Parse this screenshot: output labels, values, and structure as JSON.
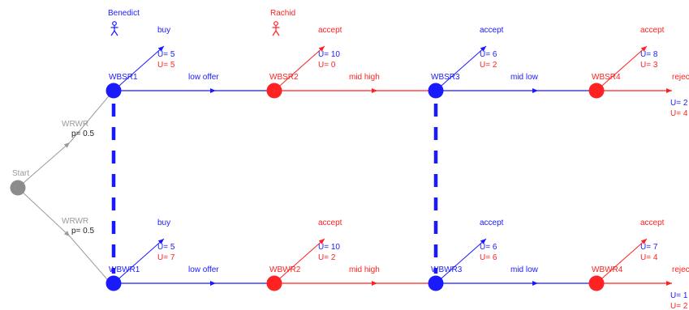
{
  "players": [
    {
      "name": "Benedict",
      "color": "#1a1aff"
    },
    {
      "name": "Rachid",
      "color": "#ff2222"
    }
  ],
  "start": {
    "label": "Start",
    "color": "#8c8c8c"
  },
  "chance_edges": [
    {
      "label": "WRWR",
      "prob": "p= 0.5"
    },
    {
      "label": "WRWR",
      "prob": "p= 0.5"
    }
  ],
  "rows": [
    {
      "nodes": [
        "WBSR1",
        "WBSR2",
        "WBSR3",
        "WBSR4"
      ],
      "moves": [
        "low offer",
        "mid high",
        "mid low",
        "reject"
      ],
      "terminals": [
        {
          "action": "buy",
          "u1": "U= 5",
          "u2": "U= 5"
        },
        {
          "action": "accept",
          "u1": "U= 10",
          "u2": "U= 0"
        },
        {
          "action": "accept",
          "u1": "U= 6",
          "u2": "U= 2"
        },
        {
          "action": "accept",
          "u1": "U= 8",
          "u2": "U= 3"
        }
      ],
      "final_payoff": {
        "u1": "U= 2",
        "u2": "U= 4"
      }
    },
    {
      "nodes": [
        "WBWR1",
        "WBWR2",
        "WBWR3",
        "WBWR4"
      ],
      "moves": [
        "low offer",
        "mid high",
        "mid low",
        "reject"
      ],
      "terminals": [
        {
          "action": "buy",
          "u1": "U= 5",
          "u2": "U= 7"
        },
        {
          "action": "accept",
          "u1": "U= 10",
          "u2": "U= 2"
        },
        {
          "action": "accept",
          "u1": "U= 6",
          "u2": "U= 6"
        },
        {
          "action": "accept",
          "u1": "U= 7",
          "u2": "U= 4"
        }
      ],
      "final_payoff": {
        "u1": "U= 1",
        "u2": "U= 2"
      }
    }
  ],
  "colors": {
    "player1": "#1a1aff",
    "player2": "#ff2222",
    "chance": "#9a9a9a"
  }
}
